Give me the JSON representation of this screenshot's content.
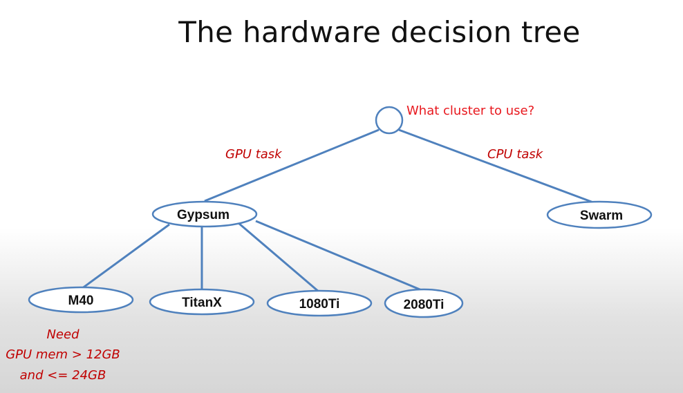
{
  "slide": {
    "title": "The hardware decision tree"
  },
  "tree": {
    "root_question": "What cluster to use?",
    "edges": {
      "gpu_task": "GPU task",
      "cpu_task": "CPU task"
    },
    "nodes": {
      "gypsum": "Gypsum",
      "swarm": "Swarm",
      "m40": "M40",
      "titanx": "TitanX",
      "gtx_1080ti": "1080Ti",
      "rtx_2080ti": "2080Ti"
    },
    "note": {
      "line1": "Need",
      "line2": "GPU mem > 12GB",
      "line3": "and <= 24GB"
    }
  },
  "colors": {
    "node_stroke": "#4f81bd",
    "edge_stroke": "#4f81bd",
    "question_text": "#e8181e",
    "annotation_text": "#c00000",
    "title_text": "#111111"
  }
}
